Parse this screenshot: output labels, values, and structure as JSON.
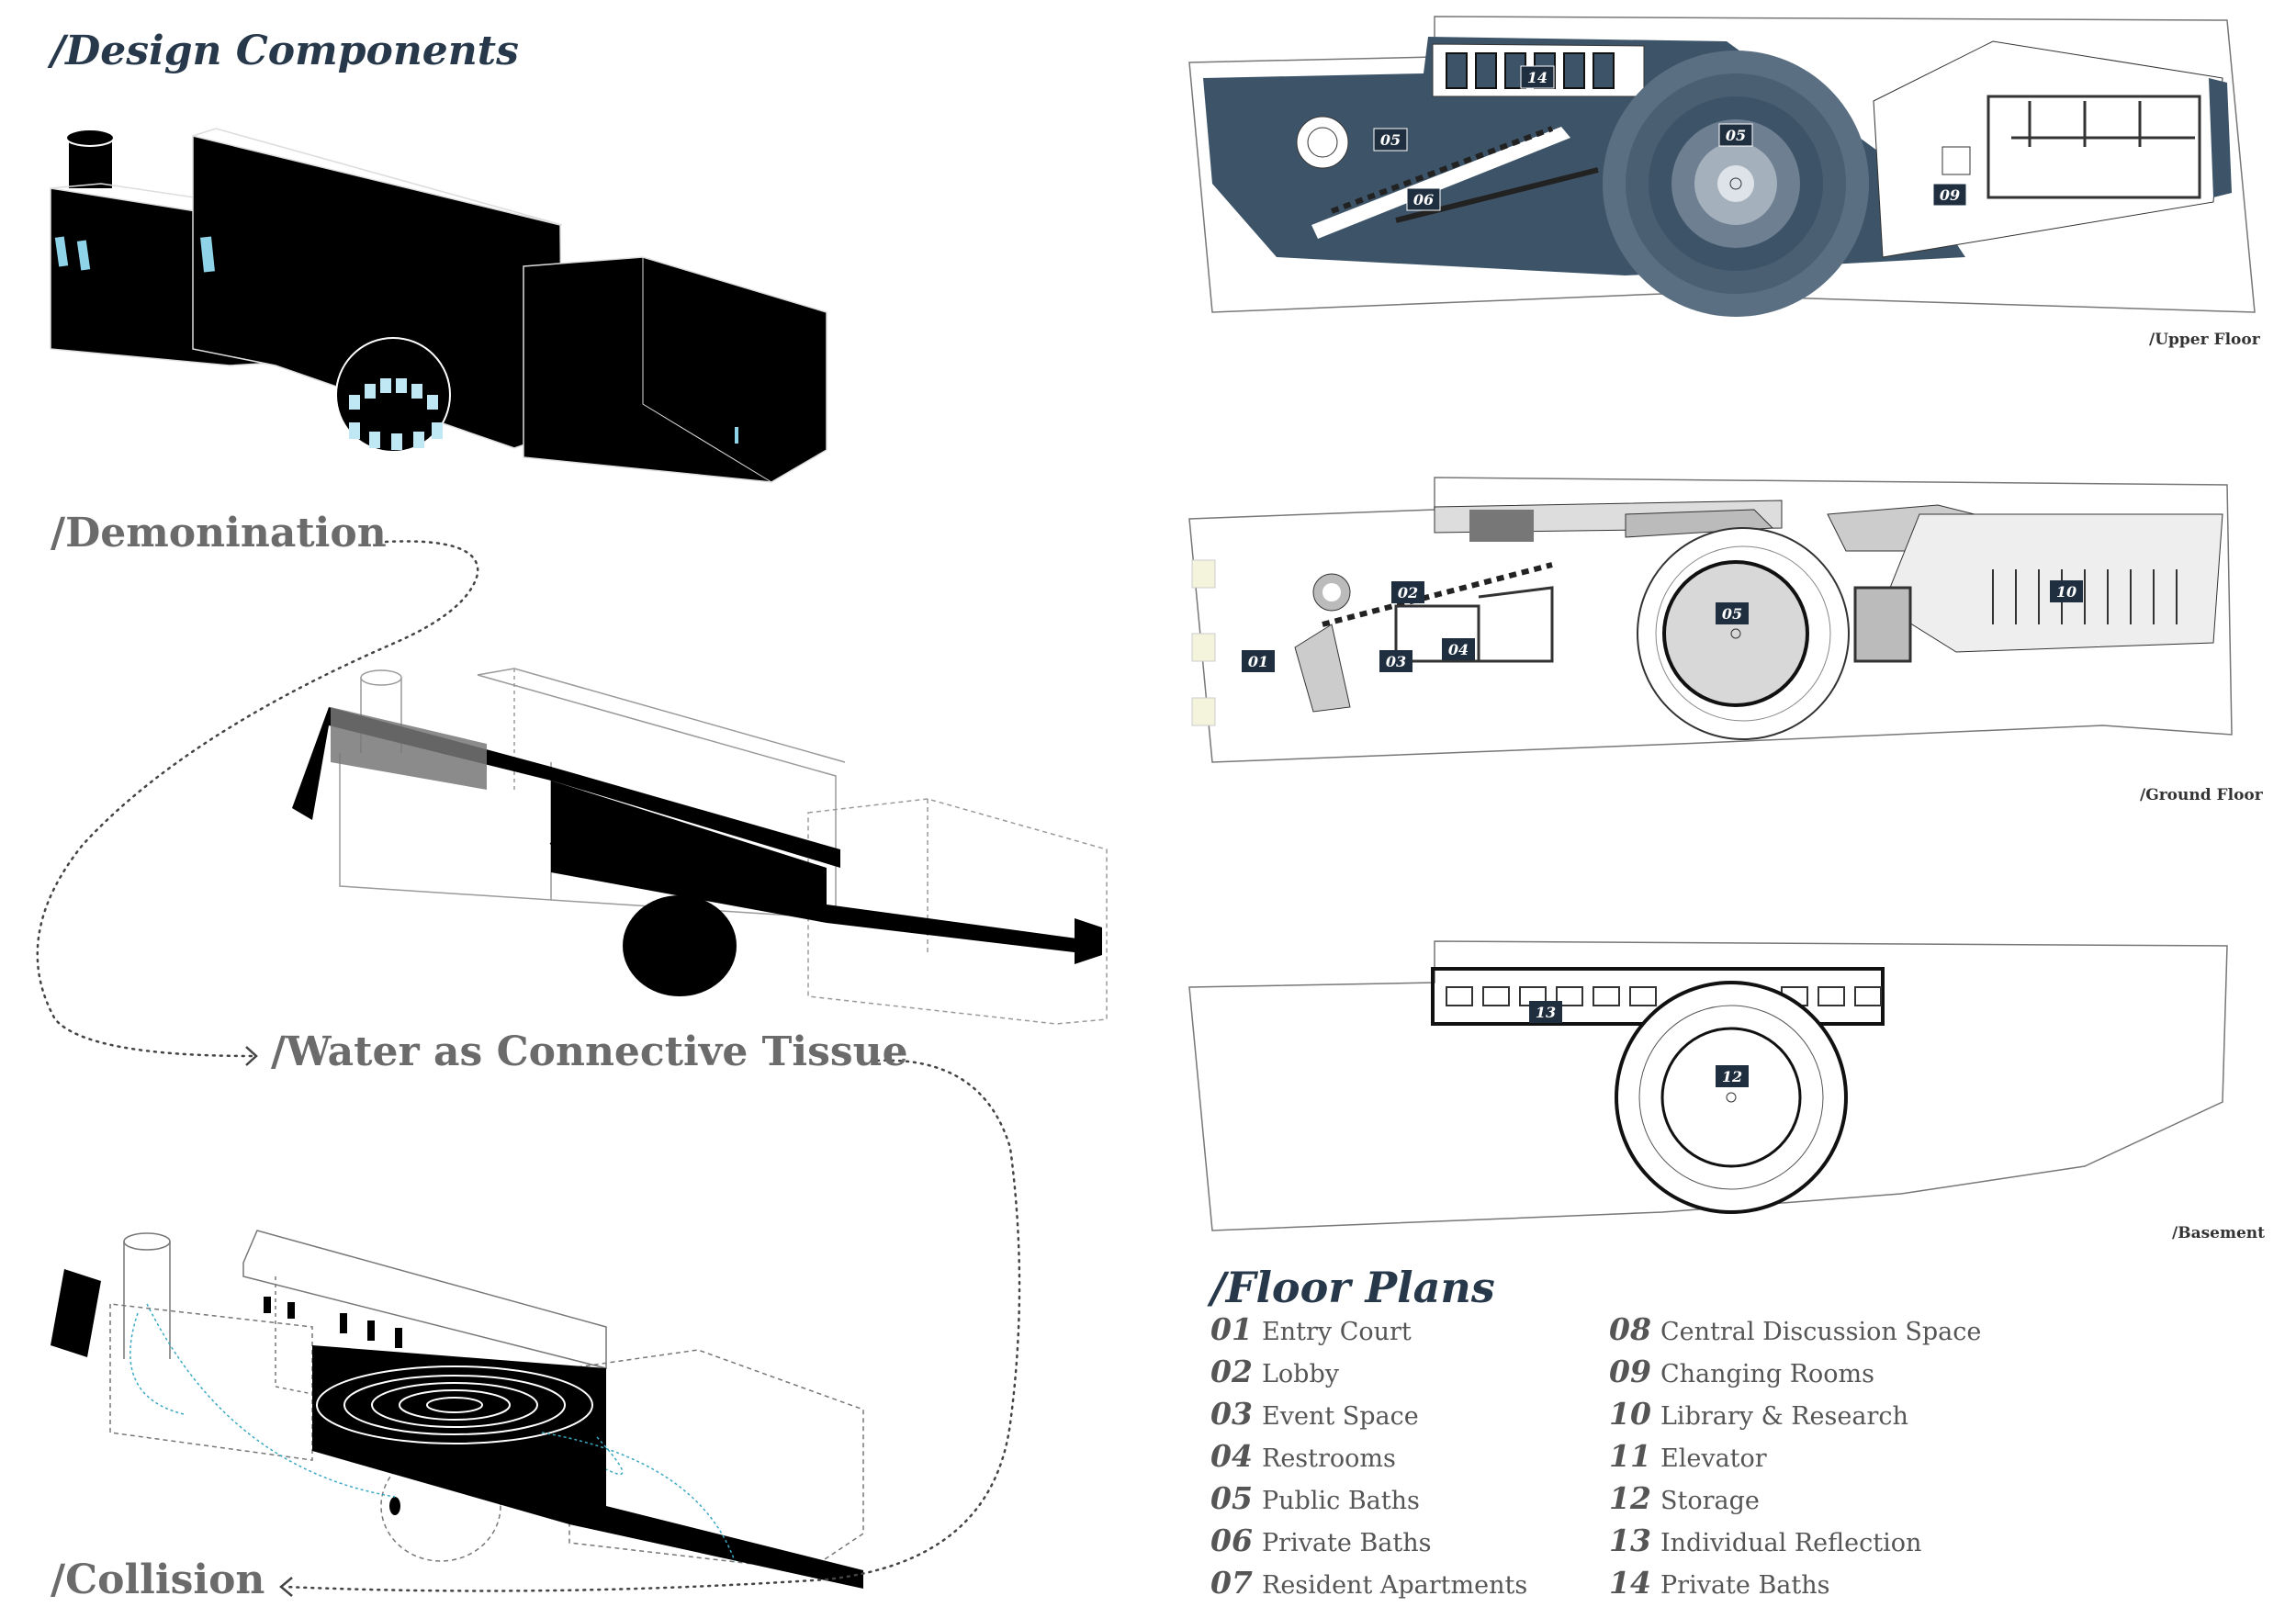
{
  "headings": {
    "design_components": "/Design Components",
    "demonination": "/Demonination",
    "water": "/Water as Connective Tissue",
    "collision": "/Collision",
    "floor_plans": "/Floor Plans"
  },
  "plan_labels": {
    "upper": "/Upper Floor",
    "ground": "/Ground Floor",
    "basement": "/Basement"
  },
  "room_tags": {
    "upper": [
      "14",
      "05",
      "05",
      "06",
      "09"
    ],
    "ground": [
      "02",
      "01",
      "03",
      "04",
      "05",
      "10"
    ],
    "basement": [
      "13",
      "12"
    ]
  },
  "legend_left": [
    {
      "num": "01",
      "label": "Entry Court"
    },
    {
      "num": "02",
      "label": "Lobby"
    },
    {
      "num": "03",
      "label": "Event Space"
    },
    {
      "num": "04",
      "label": "Restrooms"
    },
    {
      "num": "05",
      "label": "Public Baths"
    },
    {
      "num": "06",
      "label": "Private Baths"
    },
    {
      "num": "07",
      "label": "Resident Apartments"
    }
  ],
  "legend_right": [
    {
      "num": "08",
      "label": "Central Discussion Space"
    },
    {
      "num": "09",
      "label": "Changing Rooms"
    },
    {
      "num": "10",
      "label": "Library & Research"
    },
    {
      "num": "11",
      "label": "Elevator"
    },
    {
      "num": "12",
      "label": "Storage"
    },
    {
      "num": "13",
      "label": "Individual Reflection"
    },
    {
      "num": "14",
      "label": "Private Baths"
    }
  ],
  "colors": {
    "heading_dark": "#26384a",
    "heading_grey": "#6b6b6b",
    "water_blue": "#3d5468",
    "tag_dark": "#1f2f40",
    "accent_cyan": "#8fd3e8"
  }
}
